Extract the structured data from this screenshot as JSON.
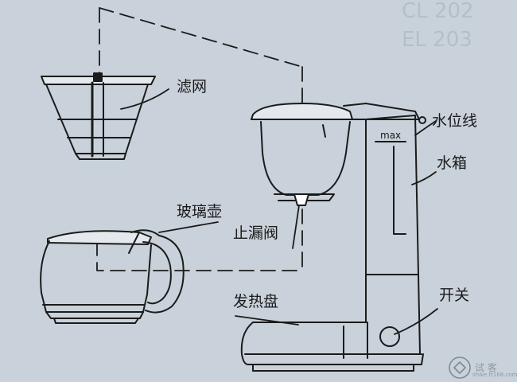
{
  "labels": {
    "filter": "滤网",
    "water_level_line": "水位线",
    "max_mark": "max",
    "water_tank": "水箱",
    "glass_pot": "玻璃壶",
    "drip_stop_valve": "止漏阀",
    "heating_plate": "发热盘",
    "switch": "开关"
  },
  "watermark": {
    "text": "试 客",
    "url": "shike.tt168.com"
  }
}
